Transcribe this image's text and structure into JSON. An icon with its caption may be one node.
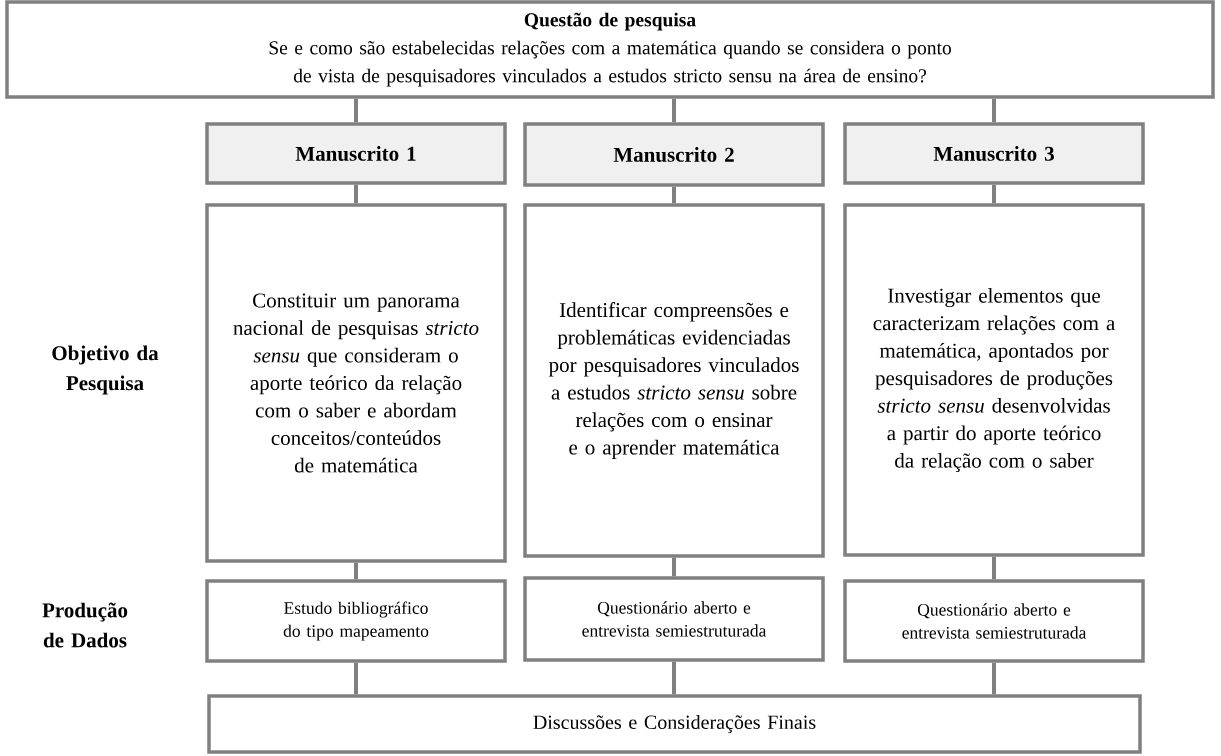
{
  "diagram": {
    "nodes": [
      {
        "text": [
          "Questão de pesquisa",
          "Se e como são estabelecidas relações com a matemática quando se considera o ponto de vista de pesquisadores vinculados a estudos stricto sensu na área de ensino?"
        ]
      },
      {
        "text": [
          "Manuscrito 1"
        ]
      },
      {
        "text": [
          "Manuscrito 2"
        ]
      },
      {
        "text": [
          "Manuscrito 3"
        ]
      },
      {
        "text": [
          "Constituir um panorama nacional de pesquisas *stricto sensu* que consideram o aporte teórico da relação com o saber e abordam conceitos/conteúdos de matemática"
        ]
      },
      {
        "text": [
          "Identificar compreensões e problemáticas evidenciadas por pesquisadores vinculados a estudos *stricto sensu* sobre relações com o ensinar e o aprender matemática"
        ]
      },
      {
        "text": [
          "Investigar elementos que caracterizam relações com a matemática, apontados por pesquisadores de produções *stricto sensu* desenvolvidas a partir do aporte teórico da relação com o saber"
        ]
      },
      {
        "text": [
          "Estudo bibliográfico do tipo mapeamento"
        ]
      },
      {
        "text": [
          "Questionário aberto e entrevista semiestruturada"
        ]
      },
      {
        "text": [
          "Questionário aberto e entrevista semiestruturada"
        ]
      },
      {
        "text": [
          "Discussões e Considerações Finais"
        ]
      }
    ],
    "edges": [
      {
        "from": 0,
        "to": 1,
        "arrow": "none"
      },
      {
        "from": 0,
        "to": 2,
        "arrow": "none"
      },
      {
        "from": 0,
        "to": 3,
        "arrow": "none"
      },
      {
        "from": 1,
        "to": 4,
        "arrow": "none"
      },
      {
        "from": 2,
        "to": 5,
        "arrow": "none"
      },
      {
        "from": 3,
        "to": 6,
        "arrow": "none"
      },
      {
        "from": 4,
        "to": 7,
        "arrow": "none"
      },
      {
        "from": 5,
        "to": 8,
        "arrow": "none"
      },
      {
        "from": 6,
        "to": 9,
        "arrow": "none"
      },
      {
        "from": 7,
        "to": 10,
        "arrow": "none"
      },
      {
        "from": 8,
        "to": 10,
        "arrow": "none"
      },
      {
        "from": 9,
        "to": 10,
        "arrow": "none"
      }
    ],
    "labels": [
      "Objetivo da Pesquisa",
      "Produção de Dados"
    ]
  }
}
